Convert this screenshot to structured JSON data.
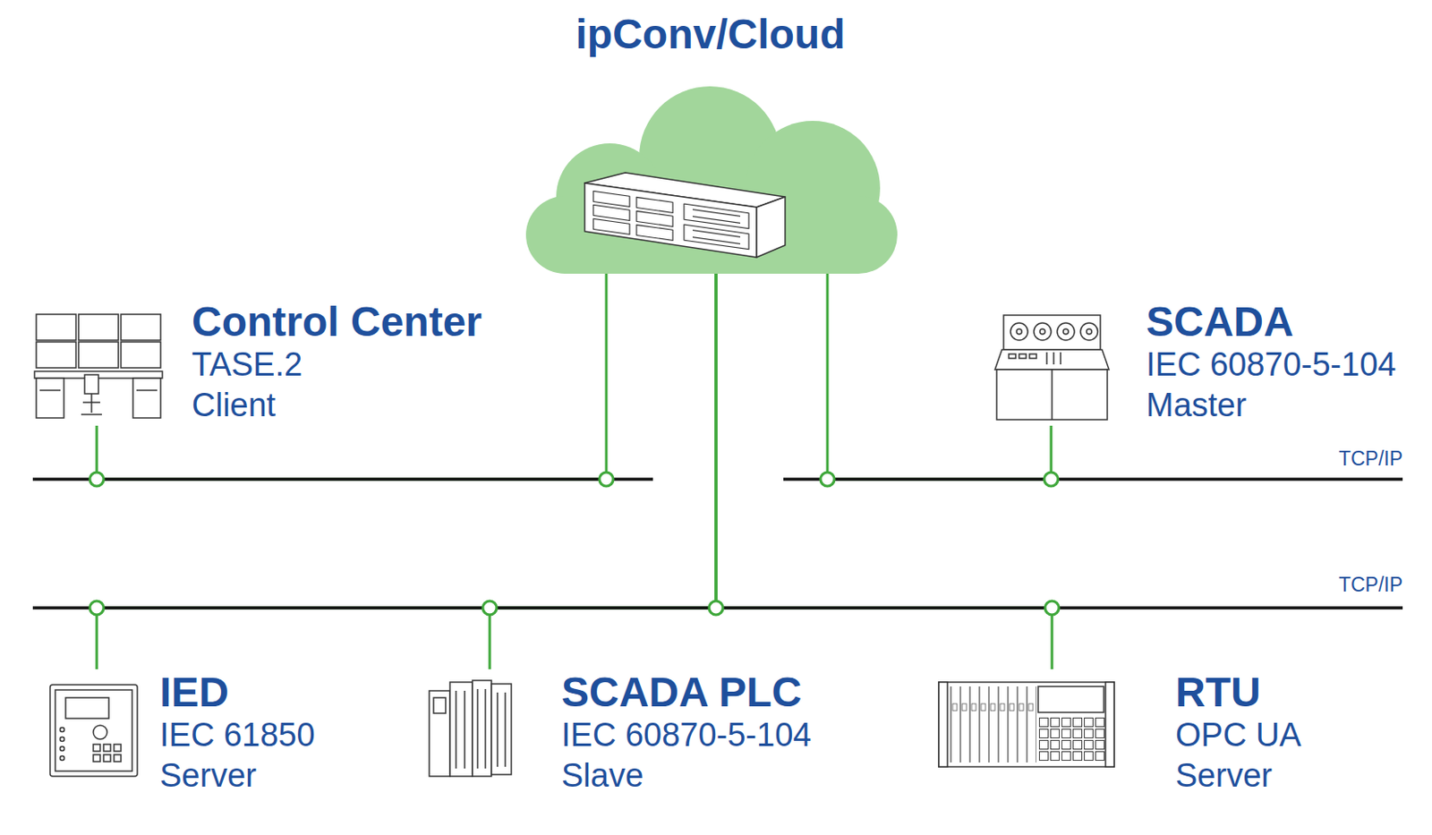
{
  "diagram": {
    "nodes": [
      {
        "text": [
          "ipConv/Cloud"
        ]
      },
      {
        "text": [
          "Control Center",
          "TASE.2",
          "Client"
        ]
      },
      {
        "text": [
          "SCADA",
          "IEC 60870-5-104",
          "Master"
        ]
      },
      {
        "text": [
          "IED",
          "IEC 61850",
          "Server"
        ]
      },
      {
        "text": [
          "SCADA PLC",
          "IEC 60870-5-104",
          "Slave"
        ]
      },
      {
        "text": [
          "RTU",
          "OPC UA",
          "Server"
        ]
      }
    ],
    "edges": [
      {
        "from": 0,
        "to": 1,
        "arrow": "none"
      },
      {
        "from": 0,
        "to": 2,
        "arrow": "none"
      },
      {
        "from": 0,
        "to": 3,
        "arrow": "none"
      },
      {
        "from": 0,
        "to": 4,
        "arrow": "none"
      },
      {
        "from": 0,
        "to": 5,
        "arrow": "none"
      }
    ],
    "labels": [
      "TCP/IP",
      "TCP/IP"
    ]
  }
}
